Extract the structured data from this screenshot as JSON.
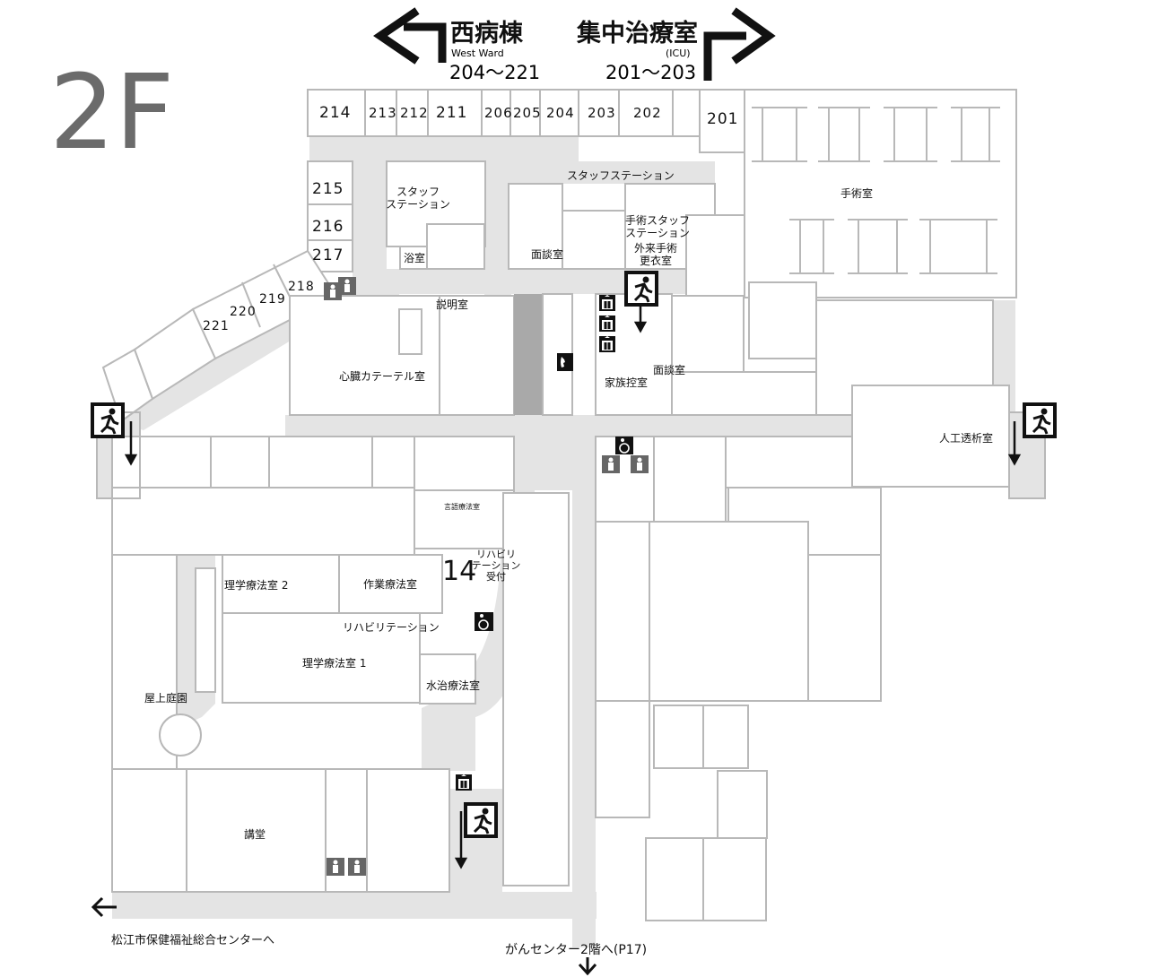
{
  "floor": "2F",
  "directions": {
    "west": {
      "title": "西病棟",
      "subtitle": "West Ward",
      "rooms": "204〜221"
    },
    "east": {
      "title": "集中治療室",
      "subtitle": "(ICU)",
      "rooms": "201〜203"
    },
    "left_exit": "松江市保健福祉総合センターへ",
    "bottom_exit": "がんセンター2階へ(P17)"
  },
  "room_numbers": {
    "r214": "214",
    "r213": "213",
    "r212": "212",
    "r211": "211",
    "r206": "206",
    "r205": "205",
    "r204": "204",
    "r203": "203",
    "r202": "202",
    "r201": "201",
    "r215": "215",
    "r216": "216",
    "r217": "217",
    "r218": "218",
    "r219": "219",
    "r220": "220",
    "r221": "221"
  },
  "labels": {
    "staff_station_1": "スタッフ\nステーション",
    "staff_station_2": "スタッフステーション",
    "operating_room": "手術室",
    "surgery_staff_station": "手術スタッフ\nステーション",
    "outpatient_surgery_changing": "外来手術\n更衣室",
    "bath": "浴室",
    "interview_1": "面談室",
    "interview_2": "面談室",
    "explanation": "説明室",
    "cardiac_cath": "心臓カテーテル室",
    "family_waiting": "家族控室",
    "dialysis": "人工透析室",
    "speech_therapy": "言語療法室",
    "rehab_reception": "リハビリ\nテーション\n受付",
    "rehab_reception_number": "14",
    "pt_room_2": "理学療法室 2",
    "ot_room": "作業療法室",
    "rehabilitation": "リハビリテーション",
    "pt_room_1": "理学療法室 1",
    "hydrotherapy": "水治療法室",
    "rooftop_garden": "屋上庭園",
    "auditorium": "講堂"
  },
  "icon_names": [
    "emergency-exit-icon",
    "elevator-icon",
    "telephone-icon",
    "wheelchair-icon",
    "restroom-icon",
    "arrow-left-icon",
    "arrow-right-icon",
    "arrow-down-icon"
  ],
  "colors": {
    "wall": "#b8b8b8",
    "corridor": "#e4e4e4",
    "dark_block": "#a9a9a9",
    "sign": "#111111",
    "floor_label": "#6b6b6b"
  }
}
